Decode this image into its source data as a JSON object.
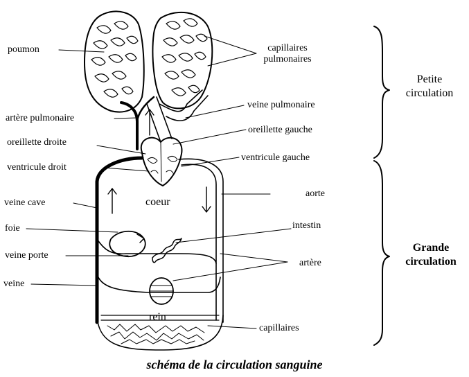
{
  "labels": {
    "poumon": "poumon",
    "capillaires_pulmonaires_1": "capillaires",
    "capillaires_pulmonaires_2": "pulmonaires",
    "artere_pulmonaire": "artère pulmonaire",
    "veine_pulmonaire": "veine pulmonaire",
    "oreillette_gauche": "oreillette gauche",
    "oreillette_droite": "oreillette droite",
    "ventricule_droit": "ventricule droit",
    "ventricule_gauche": "ventricule gauche",
    "veine_cave": "veine cave",
    "coeur": "coeur",
    "aorte": "aorte",
    "foie": "foie",
    "intestin": "intestin",
    "veine_porte": "veine porte",
    "artere": "artère",
    "veine": "veine",
    "rein": "rein",
    "capillaires": "capillaires"
  },
  "groups": {
    "petite_1": "Petite",
    "petite_2": "circulation",
    "grande_1": "Grande",
    "grande_2": "circulation"
  },
  "caption": "schéma de la circulation sanguine"
}
